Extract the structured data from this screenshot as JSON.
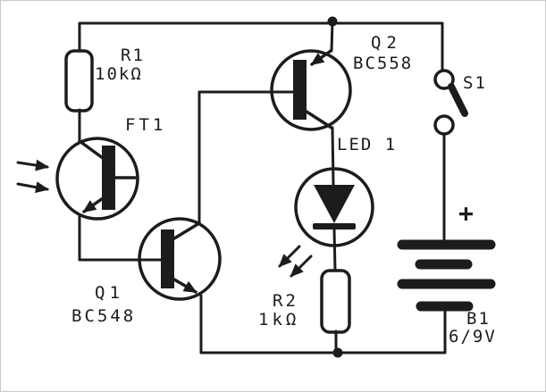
{
  "diagram_type": "electronic-circuit-schematic",
  "colors": {
    "ink": "#1c1c1c",
    "paper": "#ffffff"
  },
  "components": {
    "r1": {
      "ref": "R1",
      "value": "10kΩ",
      "kind": "resistor"
    },
    "ft1": {
      "ref": "FT1",
      "kind": "phototransistor-npn"
    },
    "q1": {
      "ref": "Q1",
      "value": "BC548",
      "kind": "transistor-npn"
    },
    "q2": {
      "ref": "Q2",
      "value": "BC558",
      "kind": "transistor-pnp"
    },
    "led1": {
      "ref": "LED 1",
      "kind": "led"
    },
    "r2": {
      "ref": "R2",
      "value": "1kΩ",
      "kind": "resistor"
    },
    "s1": {
      "ref": "S1",
      "kind": "switch-spst"
    },
    "b1": {
      "ref": "B1",
      "value": "6/9V",
      "polarity_mark": "+",
      "kind": "battery"
    }
  },
  "icons": [
    "light-input-arrows-icon",
    "light-output-arrows-icon",
    "junction-dot-icon"
  ]
}
